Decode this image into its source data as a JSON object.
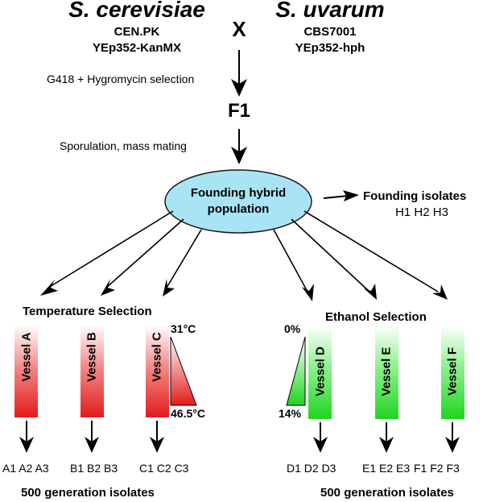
{
  "parents": {
    "left": {
      "species": "S. cerevisiae",
      "strain": "CEN.PK",
      "plasmid": "YEp352-KanMX"
    },
    "cross_symbol": "X",
    "right": {
      "species": "S. uvarum",
      "strain": "CBS7001",
      "plasmid": "YEp352-hph"
    }
  },
  "steps": {
    "selection": "G418 + Hygromycin selection",
    "f1": "F1",
    "sporulation": "Sporulation, mass mating"
  },
  "founding": {
    "population_line1": "Founding hybrid",
    "population_line2": "population",
    "isolates_title": "Founding isolates",
    "isolates": "H1 H2 H3"
  },
  "temperature": {
    "title": "Temperature Selection",
    "gradient_top": "31°C",
    "gradient_bottom": "46.5°C",
    "vessels": [
      {
        "label": "Vessel A",
        "isolates": "A1 A2 A3"
      },
      {
        "label": "Vessel B",
        "isolates": "B1 B2 B3"
      },
      {
        "label": "Vessel C",
        "isolates": "C1 C2 C3"
      }
    ],
    "footer": "500 generation isolates"
  },
  "ethanol": {
    "title": "Ethanol Selection",
    "gradient_top": "0%",
    "gradient_bottom": "14%",
    "vessels": [
      {
        "label": "Vessel D",
        "isolates": "D1 D2 D3"
      },
      {
        "label": "Vessel E",
        "isolates": "E1 E2 E3"
      },
      {
        "label": "Vessel F",
        "isolates": "F1 F2 F3"
      }
    ],
    "footer": "500 generation isolates"
  },
  "colors": {
    "temperature_vessel": "#e41b1b",
    "ethanol_vessel": "#22dd22",
    "population_fill": "#a8e4f4",
    "arrow": "#000000"
  }
}
